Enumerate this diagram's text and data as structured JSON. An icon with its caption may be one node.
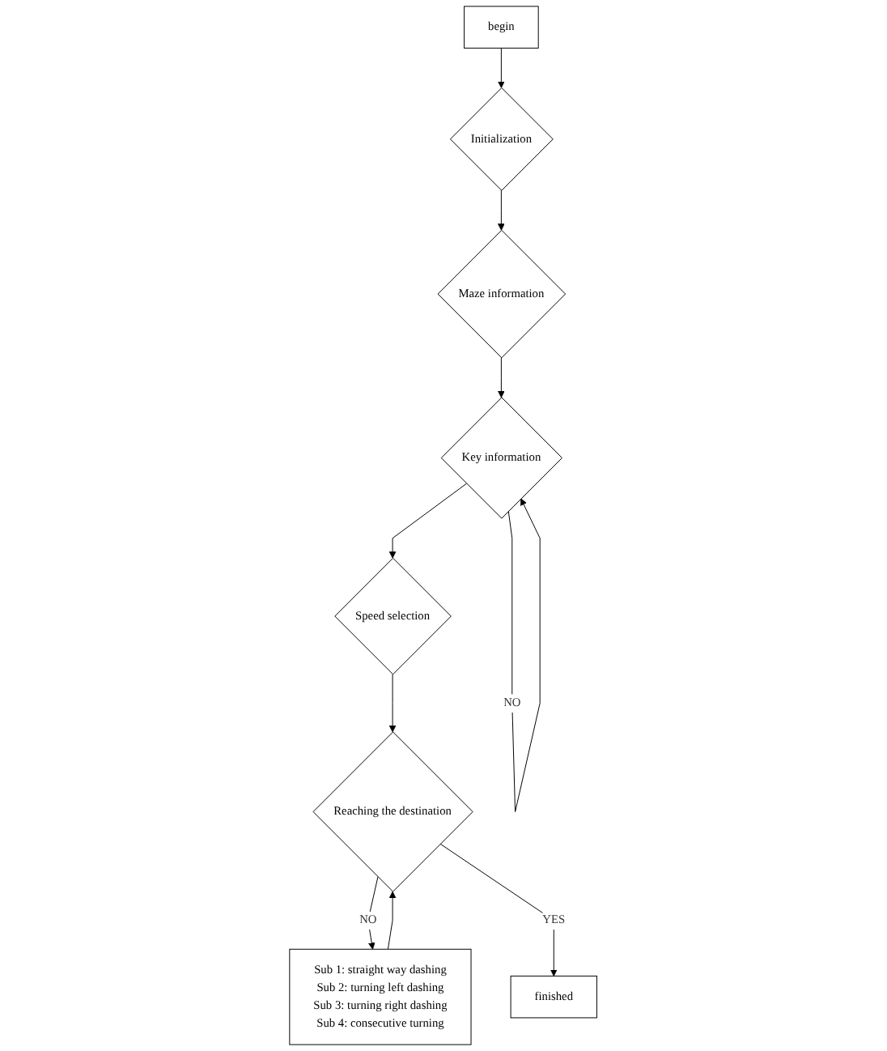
{
  "diagram": {
    "nodes": [
      {
        "text": [
          "begin"
        ]
      },
      {
        "text": [
          "Initialization"
        ]
      },
      {
        "text": [
          "Maze information"
        ]
      },
      {
        "text": [
          "Key information"
        ]
      },
      {
        "text": [
          "Speed selection"
        ]
      },
      {
        "text": [
          "Reaching the destination"
        ]
      },
      {
        "text": [
          "Sub 1: straight way dashing",
          "Sub 2: turning left dashing",
          "Sub 3: turning right dashing",
          "Sub 4: consecutive turning"
        ]
      },
      {
        "text": [
          "finished"
        ]
      }
    ],
    "edges": [
      {
        "from": 0,
        "to": 1,
        "arrow": "to"
      },
      {
        "from": 1,
        "to": 2,
        "arrow": "to"
      },
      {
        "from": 2,
        "to": 3,
        "arrow": "to"
      },
      {
        "from": 3,
        "to": 3,
        "arrow": "to",
        "label": "NO"
      },
      {
        "from": 3,
        "to": 4,
        "arrow": "to"
      },
      {
        "from": 4,
        "to": 5,
        "arrow": "to"
      },
      {
        "from": 5,
        "to": 6,
        "arrow": "to",
        "label": "NO"
      },
      {
        "from": 6,
        "to": 5,
        "arrow": "to"
      },
      {
        "from": 5,
        "to": 7,
        "arrow": "to",
        "label": "YES"
      }
    ]
  }
}
